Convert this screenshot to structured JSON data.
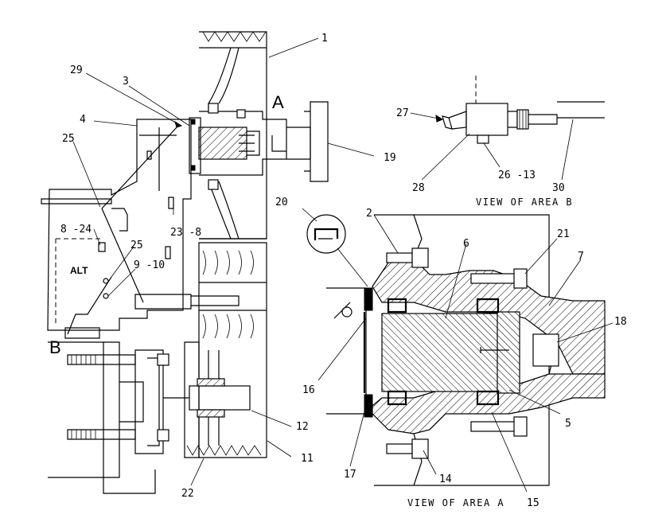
{
  "callouts": {
    "n1": "1",
    "n2": "2",
    "n3": "3",
    "n4": "4",
    "n5": "5",
    "n6": "6",
    "n7": "7",
    "n8_24": "8 -24",
    "n9_10": "9 -10",
    "n11": "11",
    "n12": "12",
    "n14": "14",
    "n15": "15",
    "n16": "16",
    "n17": "17",
    "n18": "18",
    "n19": "19",
    "n20": "20",
    "n21": "21",
    "n22": "22",
    "n23_8": "23 -8",
    "n25a": "25",
    "n25b": "25",
    "n26_13": "26 -13",
    "n27": "27",
    "n28": "28",
    "n29": "29",
    "n30": "30"
  },
  "area_labels": {
    "a": "A",
    "b": "B"
  },
  "alt_label": "ALT",
  "captions": {
    "view_b": "VIEW OF AREA B",
    "view_a": "VIEW OF AREA A"
  }
}
